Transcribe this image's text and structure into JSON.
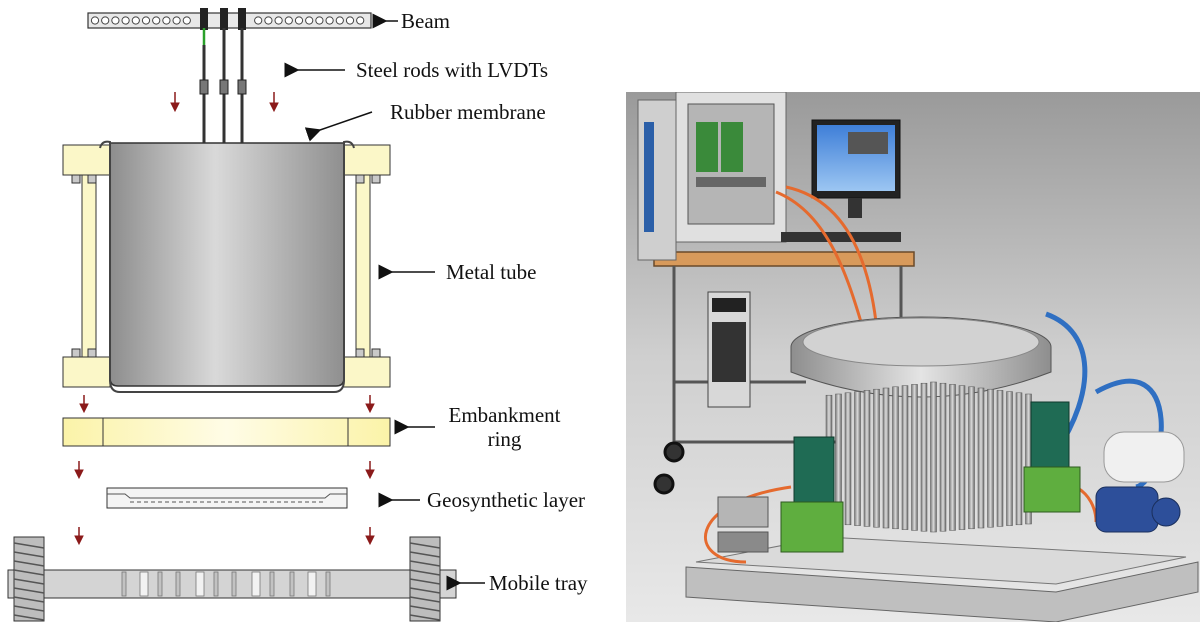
{
  "labels": {
    "beam": "Beam",
    "steel_rods": "Steel rods with LVDTs",
    "rubber_membrane": "Rubber membrane",
    "metal_tube": "Metal tube",
    "embankment_ring_line1": "Embankment",
    "embankment_ring_line2": "ring",
    "geosynthetic_layer": "Geosynthetic layer",
    "mobile_tray": "Mobile tray"
  },
  "colors": {
    "frame_fill": "#fbf7c8",
    "frame_stroke": "#333333",
    "tube_fill": "#b9b9b9",
    "tray_fill": "#d4d4d4",
    "arrow_red": "#8b1a1a",
    "rod_green": "#2aa02a"
  },
  "photo": {
    "depicts": "laboratory apparatus photograph"
  }
}
